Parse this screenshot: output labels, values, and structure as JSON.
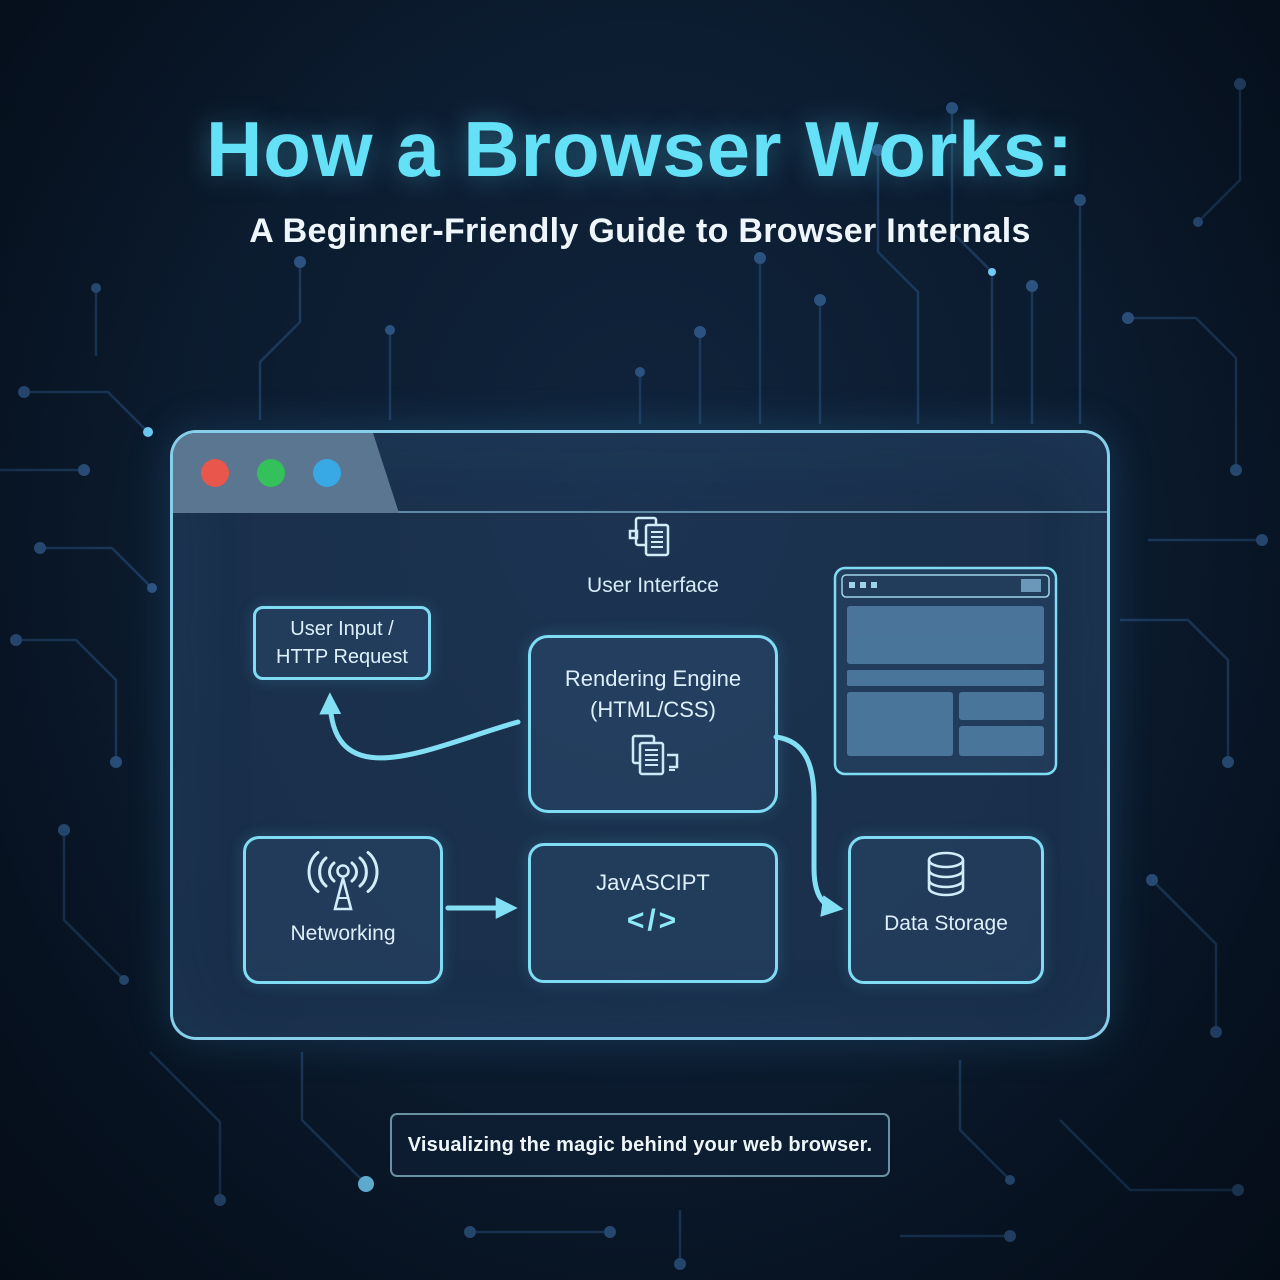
{
  "page": {
    "title": "How a Browser Works:",
    "subtitle": "A Beginner-Friendly Guide to Browser Internals",
    "caption": "Visualizing the magic behind your web browser."
  },
  "diagram": {
    "user_input": {
      "line1": "User Input /",
      "line2": "HTTP Request"
    },
    "user_interface": {
      "label": "User Interface"
    },
    "rendering_engine": {
      "line1": "Rendering Engine",
      "line2": "(HTML/CSS)"
    },
    "networking": {
      "label": "Networking"
    },
    "javascript": {
      "label": "JavASCIPT",
      "code": "</>"
    },
    "data_storage": {
      "label": "Data Storage"
    }
  },
  "colors": {
    "background": "#0b1a2d",
    "accent_cyan": "#7fdcf2",
    "title_cyan": "#64e0f7",
    "window_fill": "#284464",
    "tab_gray": "#5b7690",
    "traffic_red": "#e8564c",
    "traffic_green": "#34c05a",
    "traffic_blue": "#39a9e5"
  }
}
